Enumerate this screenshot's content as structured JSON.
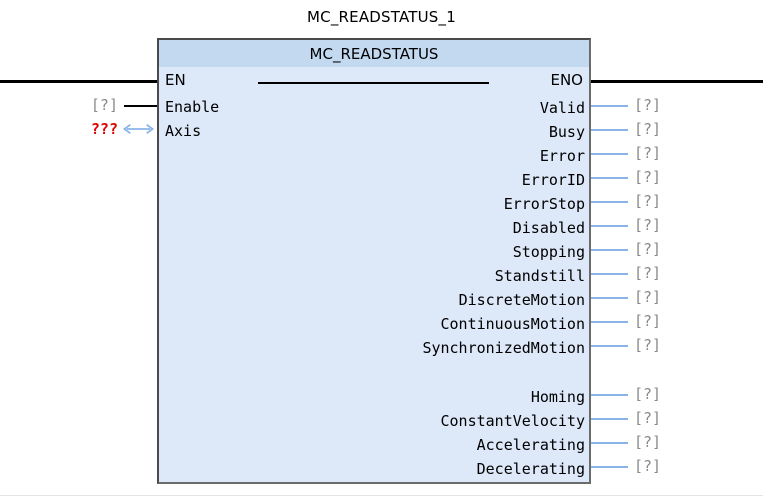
{
  "instance": {
    "name": "MC_READSTATUS_1"
  },
  "block": {
    "type_name": "MC_READSTATUS",
    "en_label": "EN",
    "eno_label": "ENO",
    "colors": {
      "header_fill": "#c3d9f0",
      "body_fill": "#dde8f8",
      "border": "#4a4a4a",
      "output_wire": "#8ab4e8",
      "input_wire": "#000000",
      "unknown_value_text": "#8a8a8a",
      "missing_value_text": "#e00000",
      "rail": "#000000"
    }
  },
  "inputs": [
    {
      "label": "Enable",
      "value": "[?]",
      "state": "unknown",
      "connector": "wire"
    },
    {
      "label": "Axis",
      "value": "???",
      "state": "missing",
      "connector": "bidir-arrow"
    }
  ],
  "outputs": [
    {
      "label": "Valid",
      "value": "[?]"
    },
    {
      "label": "Busy",
      "value": "[?]"
    },
    {
      "label": "Error",
      "value": "[?]"
    },
    {
      "label": "ErrorID",
      "value": "[?]"
    },
    {
      "label": "ErrorStop",
      "value": "[?]"
    },
    {
      "label": "Disabled",
      "value": "[?]"
    },
    {
      "label": "Stopping",
      "value": "[?]"
    },
    {
      "label": "Standstill",
      "value": "[?]"
    },
    {
      "label": "DiscreteMotion",
      "value": "[?]"
    },
    {
      "label": "ContinuousMotion",
      "value": "[?]"
    },
    {
      "label": "SynchronizedMotion",
      "value": "[?]"
    },
    {
      "label": "Homing",
      "value": "[?]"
    },
    {
      "label": "ConstantVelocity",
      "value": "[?]"
    },
    {
      "label": "Accelerating",
      "value": "[?]"
    },
    {
      "label": "Decelerating",
      "value": "[?]"
    }
  ]
}
